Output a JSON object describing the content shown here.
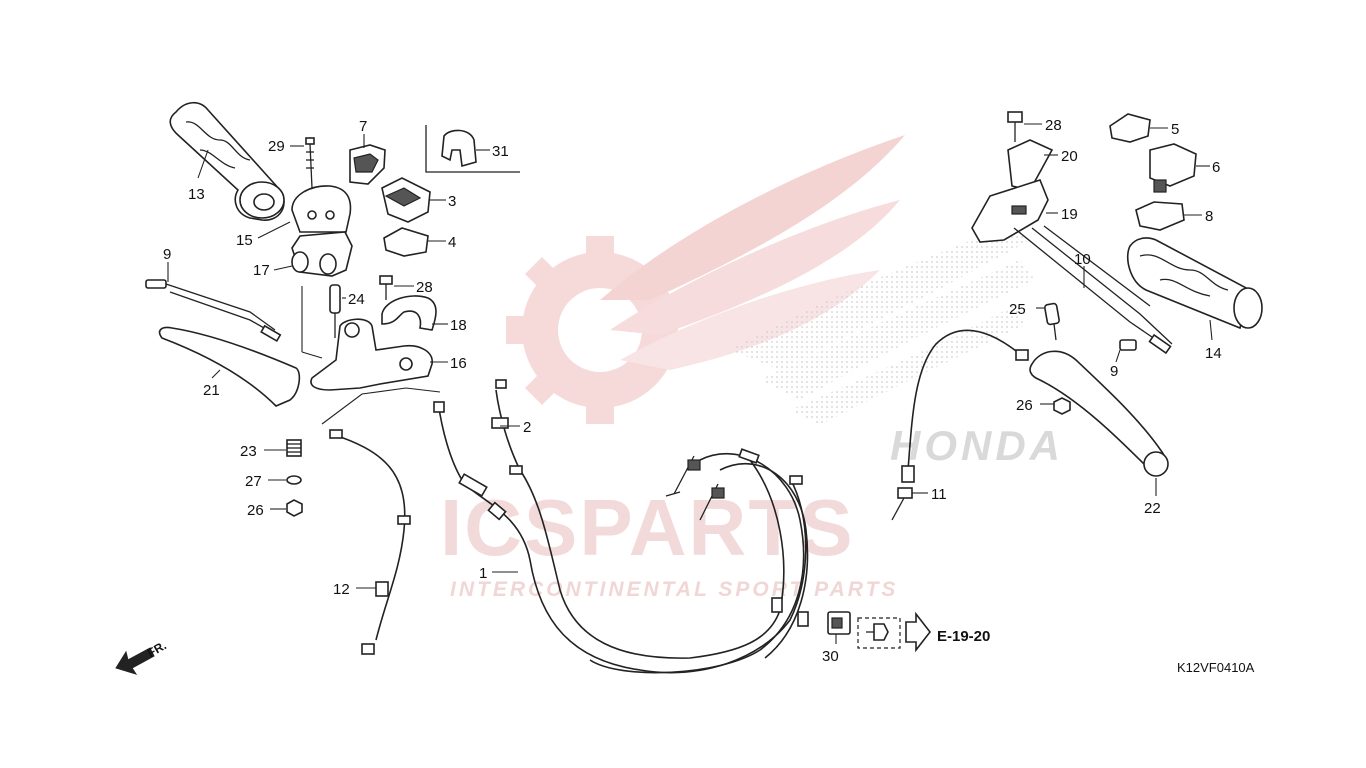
{
  "callouts": {
    "c1": "1",
    "c2": "2",
    "c3": "3",
    "c4": "4",
    "c5": "5",
    "c6": "6",
    "c7": "7",
    "c8": "8",
    "c9a": "9",
    "c9b": "9",
    "c10": "10",
    "c11": "11",
    "c12": "12",
    "c13": "13",
    "c14": "14",
    "c15": "15",
    "c16": "16",
    "c17": "17",
    "c18": "18",
    "c19": "19",
    "c20": "20",
    "c21": "21",
    "c22": "22",
    "c23": "23",
    "c24": "24",
    "c25": "25",
    "c26a": "26",
    "c26b": "26",
    "c27": "27",
    "c28a": "28",
    "c28b": "28",
    "c29": "29",
    "c30": "30",
    "c31": "31"
  },
  "reference": "E-19-20",
  "direction_label": "FR.",
  "diagram_code": "K12VF0410A",
  "watermark": {
    "brand": "ICSPARTS",
    "tagline": "INTERCONTINENTAL SPORT PARTS",
    "logo_text": "HONDA",
    "brand_color": "#e04848"
  }
}
